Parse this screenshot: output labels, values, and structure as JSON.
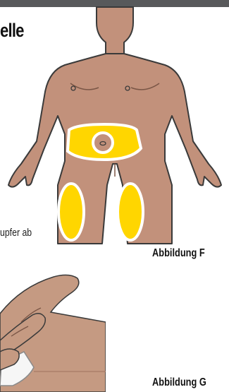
{
  "section": {
    "title_fragment": "elle",
    "step_text_fragment": "upfer ab"
  },
  "figures": {
    "f_label": "Abbildung F",
    "g_label": "Abbildung G"
  },
  "colors": {
    "skin": "#c2917b",
    "skin_shadow": "#a87a65",
    "outline": "#3a3a3a",
    "injection_zone": "#ffd600",
    "bar": "#58595b",
    "hand": "#c59a82",
    "pad": "#f6f6f6"
  }
}
